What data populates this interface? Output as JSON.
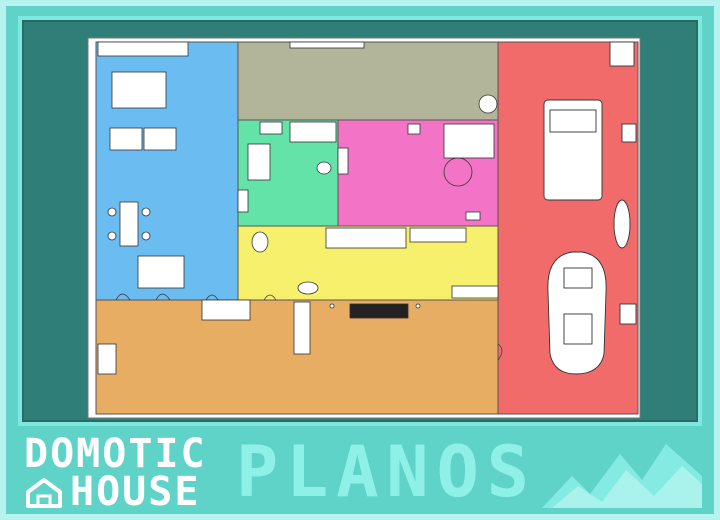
{
  "branding": {
    "logo_line1": "DOMOTIC",
    "logo_line2": "HOUSE",
    "section_title": "PLANOS"
  },
  "icons": {
    "home": "home-outline-icon",
    "decoration": "mountains-icon"
  },
  "colors": {
    "background": "#5fd3c8",
    "panel": "#2f7f78",
    "living_room": "#6bbcf0",
    "patio": "#b3b59b",
    "bathroom": "#63e3a8",
    "bedroom": "#f373c7",
    "kitchen": "#f6f06c",
    "terrace": "#e7ad63",
    "garage": "#f26b6b"
  },
  "rooms": [
    {
      "id": "living-room"
    },
    {
      "id": "patio"
    },
    {
      "id": "bathroom"
    },
    {
      "id": "bedroom"
    },
    {
      "id": "kitchen"
    },
    {
      "id": "terrace"
    },
    {
      "id": "garage"
    }
  ]
}
